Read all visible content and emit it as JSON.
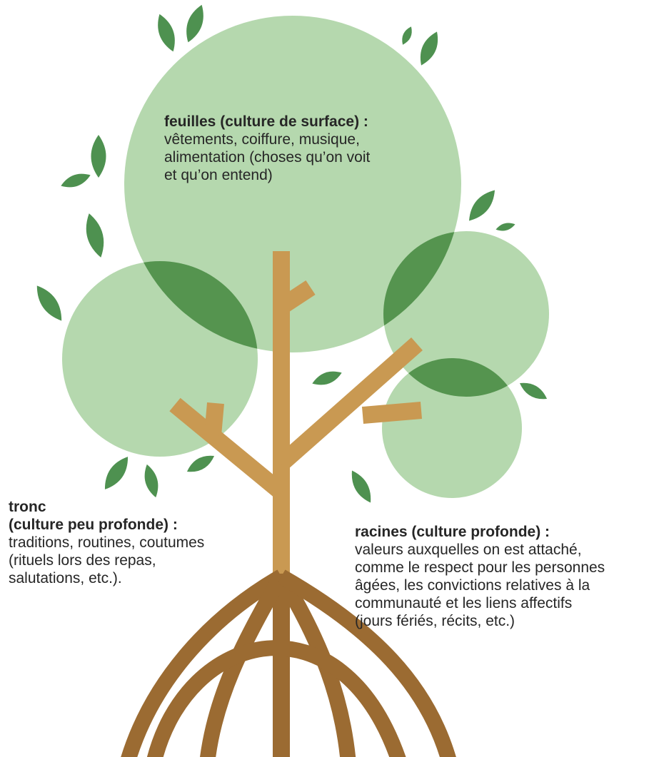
{
  "colors": {
    "canopy_light": "#b5d8ae",
    "canopy_overlap": "#55944f",
    "leaf": "#4e9150",
    "trunk": "#c99952",
    "root": "#9b6b32"
  },
  "labels": {
    "leaves": {
      "title": "feuilles (culture de surface) :",
      "body": "vêtements, coiffure, musique,\nalimentation (choses qu’on voit\net qu’on entend)"
    },
    "trunk": {
      "title": "tronc\n(culture peu profonde) :",
      "body": "traditions, routines, coutumes\n(rituels lors des repas,\nsalutations, etc.)."
    },
    "roots": {
      "title": "racines (culture profonde) :",
      "body": "valeurs auxquelles on est attaché,\ncomme le respect pour les personnes\nâgées, les convictions relatives à la\ncommunauté et les liens affectifs\n(jours fériés, récits, etc.)"
    }
  }
}
